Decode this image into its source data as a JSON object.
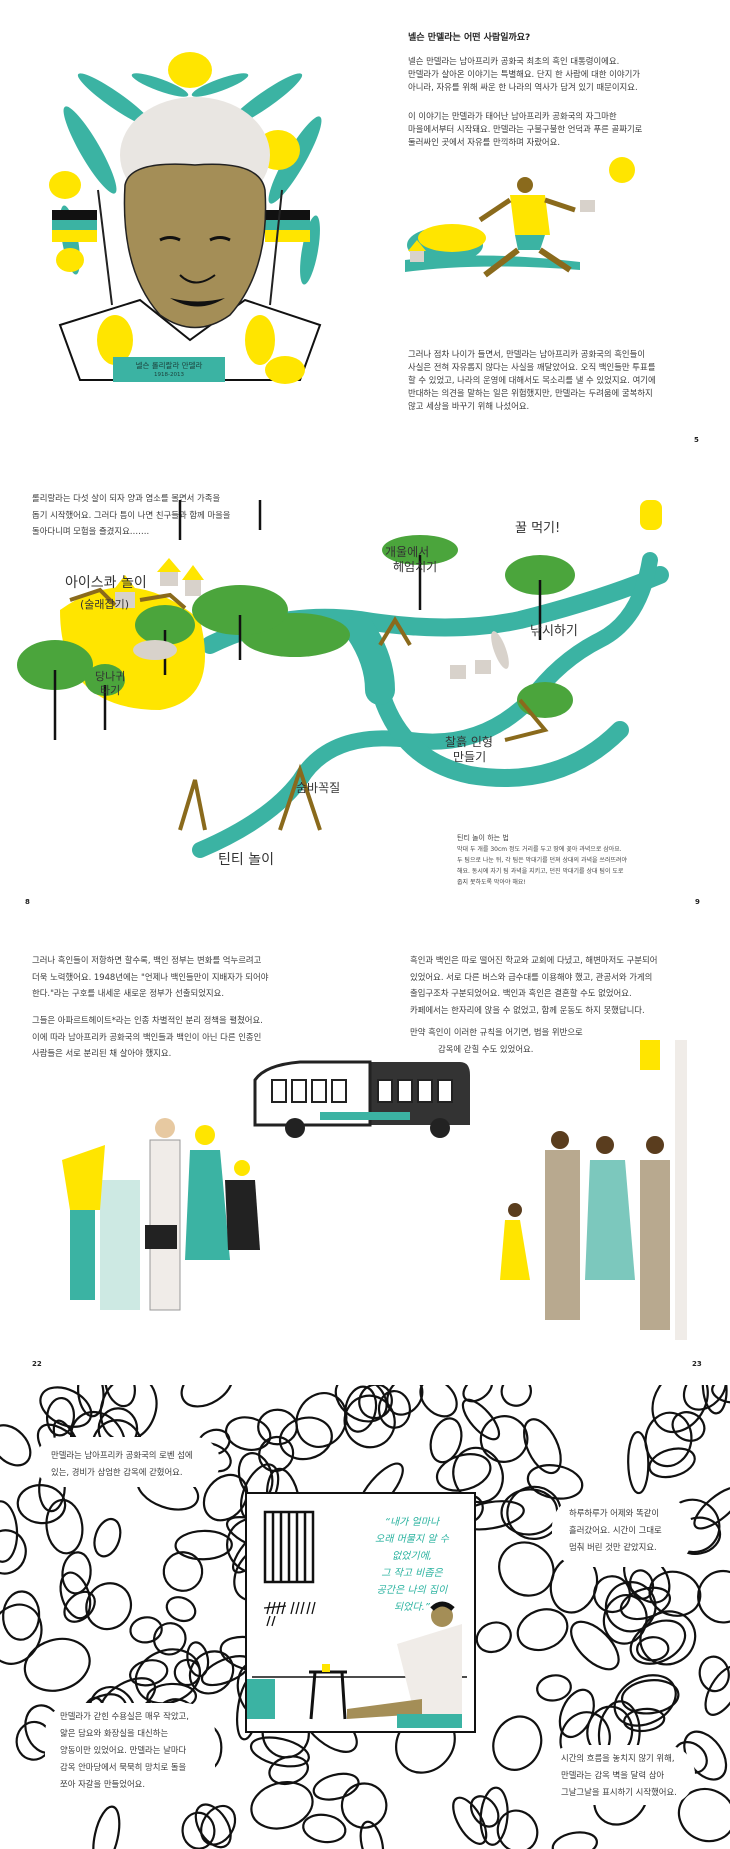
{
  "colors": {
    "teal": "#3bb3a3",
    "green": "#4ba53c",
    "yellow": "#ffe500",
    "skin": "#a08a4f",
    "brown": "#8a6a1c",
    "grey": "#d8d2cb"
  },
  "spread1": {
    "portrait_label": {
      "name": "넬슨 롤리랄라 만델라",
      "years": "1918-2013"
    },
    "heading": "넬슨 만델라는 어떤 사람일까요?",
    "para1": [
      "넬슨 만델라는 남아프리카 공화국 최초의 흑인 대통령이에요.",
      "만델라가 살아온 이야기는 특별해요. 단지 한 사람에 대한 이야기가",
      "아니라, 자유를 위해 싸운 한 나라의 역사가 담겨 있기 때문이지요."
    ],
    "para2": [
      "이 이야기는 만델라가 태어난 남아프리카 공화국의 자그마한",
      "마을에서부터 시작돼요. 만델라는 구불구불한 언덕과 푸른 골짜기로",
      "둘러싸인 곳에서 자유를 만끽하며 자랐어요."
    ],
    "para3": [
      "그러나 점차 나이가 들면서, 만델라는 남아프리카 공화국의 흑인들이",
      "사실은 전혀 자유롭지 않다는 사실을 깨달았어요. 오직 백인들만 투표를",
      "할 수 있었고, 나라의 운영에 대해서도 목소리를 낼 수 있었지요. 여기에",
      "반대하는 의견을 말하는 일은 위험했지만, 만델라는 두려움에 굴복하지",
      "않고 세상을 바꾸기 위해 나섰어요."
    ],
    "page_number": "5"
  },
  "spread2": {
    "intro": [
      "롤리랄라는 다섯 살이 되자 양과 염소를 몰면서 가족을",
      "돕기 시작했어요. 그러다 틈이 나면 친구들과 함께 마을을",
      "돌아다니며 모험을 즐겼지요……."
    ],
    "labels": {
      "ice": "아이스콰 놀이",
      "ice_sub": "(술래잡기)",
      "donkey": [
        "당나귀",
        "타기"
      ],
      "swim": [
        "개울에서",
        "헤엄치기"
      ],
      "honey": "꿀 먹기!",
      "fish": "낚시하기",
      "clay": [
        "찰흙 인형",
        "만들기"
      ],
      "hide": "숨바꼭질",
      "tinti": "틴티 놀이"
    },
    "note": {
      "title": "틴티 놀이 하는 법",
      "lines": [
        "막대 두 개를 30cm 정도 거리를 두고 땅에 꽂아 과녁으로 삼아요.",
        "두 팀으로 나눈 뒤, 각 팀은 막대기를 던져 상대의 과녁을 쓰러뜨려야",
        "해요. 동시에 자기 팀 과녁을 지키고, 던진 막대기를 상대 팀이 도로",
        "줍지 못하도록 막아야 해요!"
      ]
    },
    "page_left": "8",
    "page_right": "9"
  },
  "spread3": {
    "left_para1": [
      "그러나 흑인들이 저항하면 할수록, 백인 정부는 변화를 억누르려고",
      "더욱 노력했어요. 1948년에는 \"언제나 백인들만이 지배자가 되어야",
      "한다.\"라는 구호를 내세운 새로운 정부가 선출되었지요."
    ],
    "left_para2": [
      "그들은 아파르트헤이트*라는 인종 차별적인 분리 정책을 펼쳤어요.",
      "이에 따라 남아프리카 공화국의 백인들과 백인이 아닌 다른 인종인",
      "사람들은 서로 분리된 채 살아야 했지요."
    ],
    "right_para1": [
      "흑인과 백인은 따로 떨어진 학교와 교회에 다녔고, 해변마저도 구분되어",
      "있었어요. 서로 다른 버스와 급수대를 이용해야 했고, 관공서와 가게의",
      "출입구조차 구분되었어요. 백인과 흑인은 결혼할 수도 없었어요.",
      "카페에서는 한자리에 앉을 수 없었고, 함께 운동도 하지 못했답니다."
    ],
    "right_para2": [
      "만약 흑인이 이러한 규칙을 어기면, 법을 위반으로",
      "감옥에 갇힐 수도 있었어요."
    ],
    "page_left": "22",
    "page_right": "23"
  },
  "spread4": {
    "box1": [
      "만델라는 남아프리카 공화국의 로벤 섬에",
      "있는, 경비가 삼엄한 감옥에 갇혔어요."
    ],
    "box2": [
      "하루하루가 어제와 똑같이",
      "흘러갔어요. 시간이 그대로",
      "멈춰 버린 것만 같았지요."
    ],
    "box3": [
      "만델라가 갇힌 수용실은 매우 작았고,",
      "얇은 담요와 화장실을 대신하는",
      "양동이만 있었어요. 만델라는 날마다",
      "감옥 안마당에서 묵묵히 망치로 돌을",
      "쪼아 자갈을 만들었어요."
    ],
    "box4": [
      "시간의 흐름을 놓치지 않기 위해,",
      "만델라는 감옥 벽을 달력 삼아",
      "그날그날을 표시하기 시작했어요."
    ],
    "quote": [
      "“내가 얼마나",
      "오래 머물지 알 수",
      "없었기에,",
      "그 작고 비좁은",
      "공간은 나의 집이",
      "되었다.”"
    ]
  }
}
